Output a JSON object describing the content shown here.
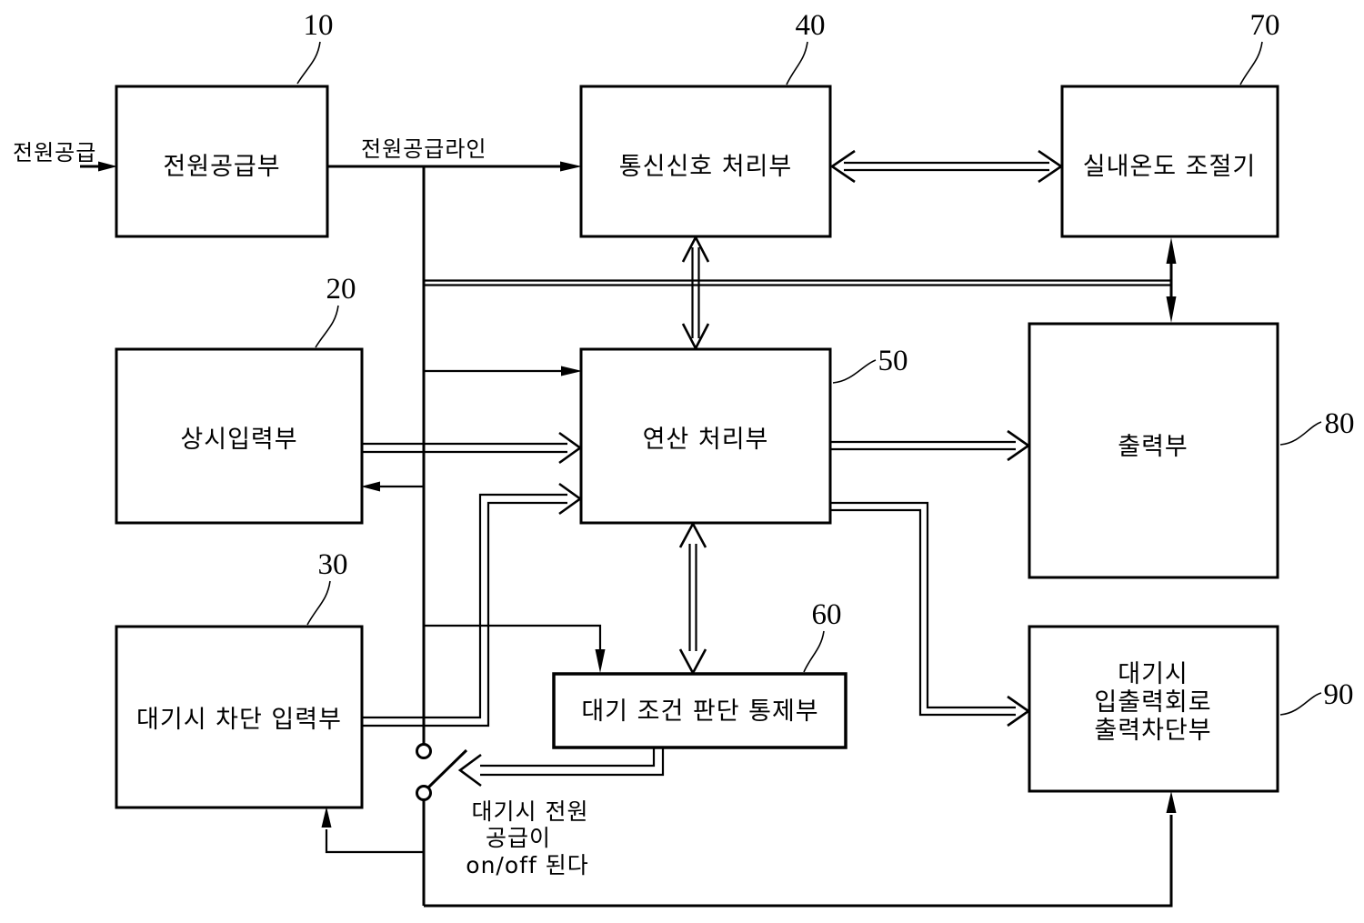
{
  "figure": {
    "background_color": "#ffffff",
    "line_color": "#000000",
    "input_label": "전원공급",
    "power_line_label": "전원공급라인",
    "blocks": {
      "b10": {
        "ref": "10",
        "label": "전원공급부"
      },
      "b20": {
        "ref": "20",
        "label": "상시입력부"
      },
      "b30": {
        "ref": "30",
        "label": "대기시 차단 입력부"
      },
      "b40": {
        "ref": "40",
        "label": "통신신호 처리부"
      },
      "b50": {
        "ref": "50",
        "label": "연산 처리부"
      },
      "b60": {
        "ref": "60",
        "label": "대기 조건 판단 통제부"
      },
      "b70": {
        "ref": "70",
        "label": "실내온도 조절기"
      },
      "b80": {
        "ref": "80",
        "label": "출력부"
      },
      "b90": {
        "ref": "90",
        "label_lines": [
          "대기시",
          "입출력회로",
          "출력차단부"
        ]
      }
    },
    "switch_note_lines": [
      "대기시 전원",
      "공급이",
      "on/off 된다"
    ]
  }
}
